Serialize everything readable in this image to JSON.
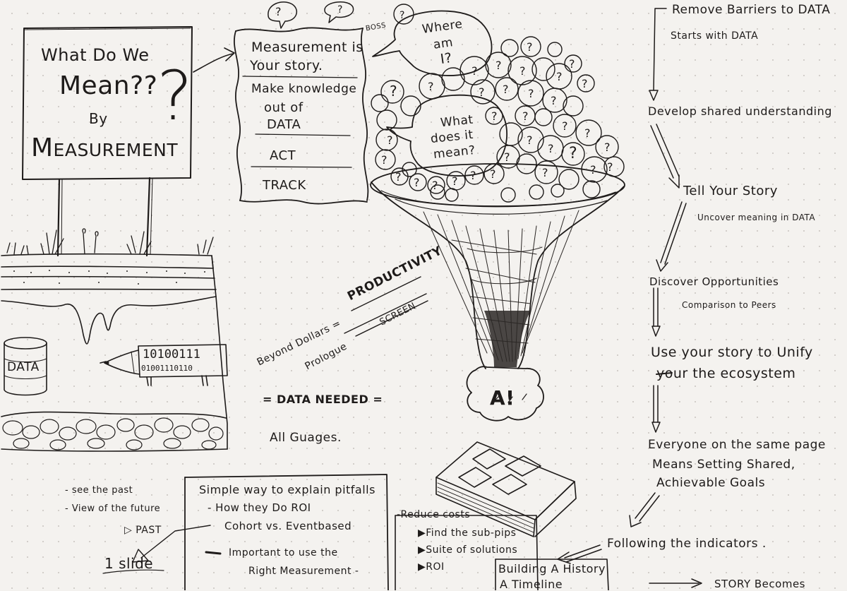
{
  "sign": {
    "line1": "What Do We",
    "line2": "Mean??",
    "line3": "By",
    "line4": "Measurement",
    "big_q": "?"
  },
  "scroll": {
    "items": [
      "Measurement is",
      "Your story.",
      "Make knowledge",
      "out of",
      "DATA",
      "ACT",
      "TRACK"
    ],
    "tag": "BOSS"
  },
  "bubbles": {
    "where": [
      "Where",
      "am",
      "I?"
    ],
    "what": [
      "What",
      "does it",
      "mean?"
    ]
  },
  "ground": {
    "barrel_label": "DATA",
    "binary_top": "10100111",
    "binary_bottom": "01001110110"
  },
  "middle": {
    "productivity": "PRODUCTIVITY",
    "screen": "SCREEN",
    "beyond": "Beyond Dollars =",
    "prologue": "Prologue",
    "data_needed": "= DATA NEEDED =",
    "all_gauges": "All Guages.",
    "fist_label": "A!"
  },
  "flow": {
    "remove": "Remove Barriers to DATA",
    "starts": "Starts with DATA",
    "develop": "Develop shared understanding",
    "tell": "Tell Your Story",
    "uncover": "Uncover meaning in DATA",
    "discover": "Discover Opportunities",
    "comparison": "Comparison to Peers",
    "use": "Use your story to Unify",
    "ecosystem": "your the ecosystem",
    "everyone": "Everyone on the same page",
    "means": "Means Setting Shared,",
    "goals": "Achievable Goals",
    "following": "Following the indicators .",
    "building": "Building A History",
    "timeline": "A Timeline",
    "story": "STORY Becomes"
  },
  "bottom_left": {
    "see_past": "- see the past",
    "view_future": "- View of the future",
    "past": "▷ PAST",
    "one_slide": "1 slide"
  },
  "box": {
    "title": "Simple way to explain pitfalls",
    "how": "- How they Do ROI",
    "cohort": "Cohort vs. Eventbased",
    "important": "Important to use the",
    "right": "Right Measurement -"
  },
  "reduce": {
    "title": "-Reduce costs",
    "items": [
      "▶Find the sub-pips",
      "▶Suite of solutions",
      "▶ROI"
    ]
  }
}
